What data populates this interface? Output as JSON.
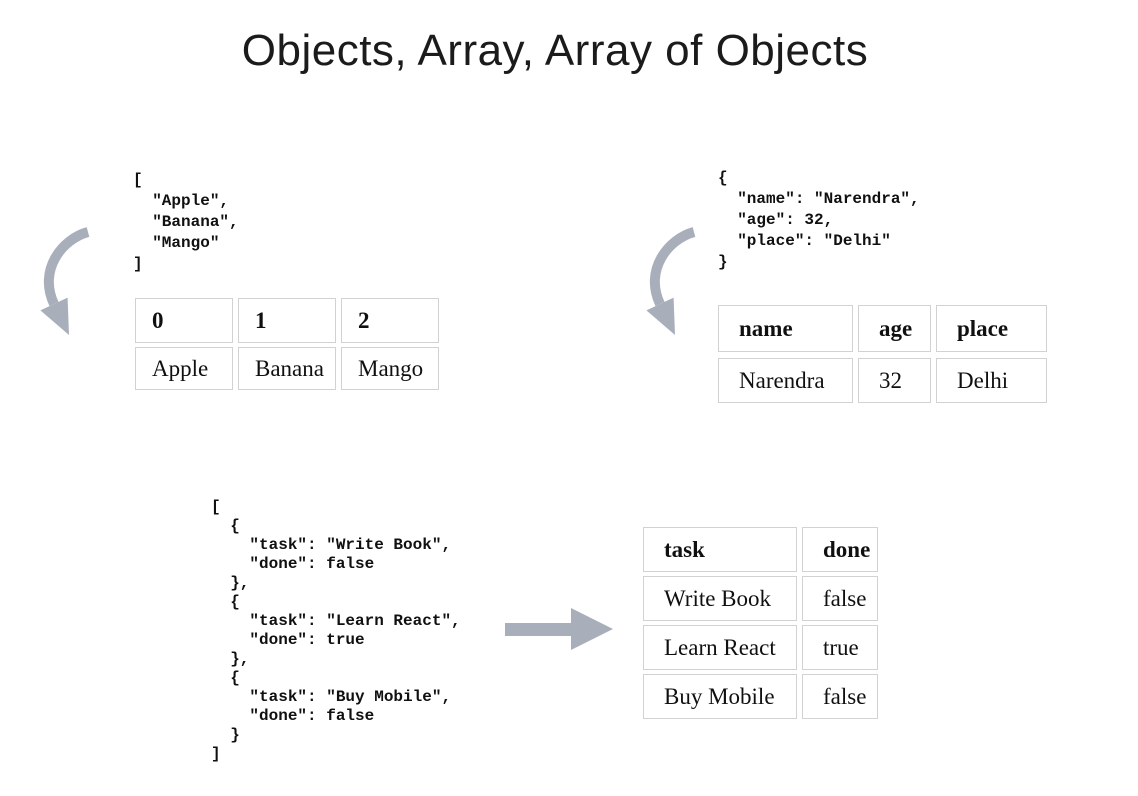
{
  "title": "Objects, Array, Array of Objects",
  "colors": {
    "arrow": "#a9afba",
    "table_border": "#d2d2d2",
    "text": "#101010"
  },
  "array_example": {
    "code": "[\n  \"Apple\",\n  \"Banana\",\n  \"Mango\"\n]",
    "table": {
      "headers": [
        "0",
        "1",
        "2"
      ],
      "rows": [
        [
          "Apple",
          "Banana",
          "Mango"
        ]
      ]
    }
  },
  "object_example": {
    "code": "{\n  \"name\": \"Narendra\",\n  \"age\": 32,\n  \"place\": \"Delhi\"\n}",
    "table": {
      "headers": [
        "name",
        "age",
        "place"
      ],
      "rows": [
        [
          "Narendra",
          "32",
          "Delhi"
        ]
      ]
    }
  },
  "array_of_objects_example": {
    "code": "[\n  {\n    \"task\": \"Write Book\",\n    \"done\": false\n  },\n  {\n    \"task\": \"Learn React\",\n    \"done\": true\n  },\n  {\n    \"task\": \"Buy Mobile\",\n    \"done\": false\n  }\n]",
    "table": {
      "headers": [
        "task",
        "done"
      ],
      "rows": [
        [
          "Write Book",
          "false"
        ],
        [
          "Learn React",
          "true"
        ],
        [
          "Buy Mobile",
          "false"
        ]
      ]
    }
  }
}
